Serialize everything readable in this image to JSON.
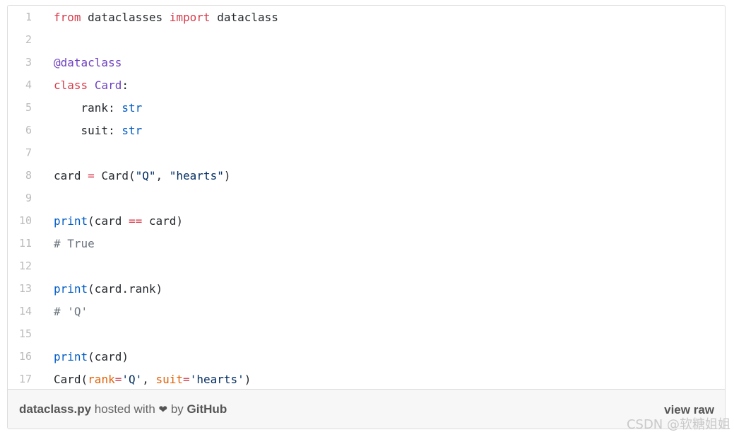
{
  "lines": [
    {
      "n": "1",
      "tokens": [
        {
          "t": "from",
          "c": "kw"
        },
        {
          "t": " dataclasses ",
          "c": ""
        },
        {
          "t": "import",
          "c": "kw"
        },
        {
          "t": " dataclass",
          "c": ""
        }
      ]
    },
    {
      "n": "2",
      "tokens": []
    },
    {
      "n": "3",
      "tokens": [
        {
          "t": "@dataclass",
          "c": "deco"
        }
      ]
    },
    {
      "n": "4",
      "tokens": [
        {
          "t": "class",
          "c": "kw"
        },
        {
          "t": " ",
          "c": ""
        },
        {
          "t": "Card",
          "c": "cls"
        },
        {
          "t": ":",
          "c": ""
        }
      ]
    },
    {
      "n": "5",
      "tokens": [
        {
          "t": "    rank: ",
          "c": ""
        },
        {
          "t": "str",
          "c": "bi"
        }
      ]
    },
    {
      "n": "6",
      "tokens": [
        {
          "t": "    suit: ",
          "c": ""
        },
        {
          "t": "str",
          "c": "bi"
        }
      ]
    },
    {
      "n": "7",
      "tokens": []
    },
    {
      "n": "8",
      "tokens": [
        {
          "t": "card ",
          "c": ""
        },
        {
          "t": "=",
          "c": "op"
        },
        {
          "t": " Card(",
          "c": ""
        },
        {
          "t": "\"Q\"",
          "c": "str"
        },
        {
          "t": ", ",
          "c": ""
        },
        {
          "t": "\"hearts\"",
          "c": "str"
        },
        {
          "t": ")",
          "c": ""
        }
      ]
    },
    {
      "n": "9",
      "tokens": []
    },
    {
      "n": "10",
      "tokens": [
        {
          "t": "print",
          "c": "bi"
        },
        {
          "t": "(card ",
          "c": ""
        },
        {
          "t": "==",
          "c": "op"
        },
        {
          "t": " card)",
          "c": ""
        }
      ]
    },
    {
      "n": "11",
      "tokens": [
        {
          "t": "# True",
          "c": "cm"
        }
      ]
    },
    {
      "n": "12",
      "tokens": []
    },
    {
      "n": "13",
      "tokens": [
        {
          "t": "print",
          "c": "bi"
        },
        {
          "t": "(card.rank)",
          "c": ""
        }
      ]
    },
    {
      "n": "14",
      "tokens": [
        {
          "t": "# 'Q'",
          "c": "cm"
        }
      ]
    },
    {
      "n": "15",
      "tokens": []
    },
    {
      "n": "16",
      "tokens": [
        {
          "t": "print",
          "c": "bi"
        },
        {
          "t": "(card)",
          "c": ""
        }
      ]
    },
    {
      "n": "17",
      "tokens": [
        {
          "t": "Card(",
          "c": ""
        },
        {
          "t": "rank",
          "c": "param"
        },
        {
          "t": "=",
          "c": "op"
        },
        {
          "t": "'Q'",
          "c": "str"
        },
        {
          "t": ", ",
          "c": ""
        },
        {
          "t": "suit",
          "c": "param"
        },
        {
          "t": "=",
          "c": "op"
        },
        {
          "t": "'hearts'",
          "c": "str"
        },
        {
          "t": ")",
          "c": ""
        }
      ]
    }
  ],
  "footer": {
    "filename": "dataclass.py",
    "hosted_with": "hosted with",
    "heart": "❤",
    "by": "by",
    "host": "GitHub",
    "view_raw": "view raw"
  },
  "watermark": "CSDN @软糖姐姐"
}
